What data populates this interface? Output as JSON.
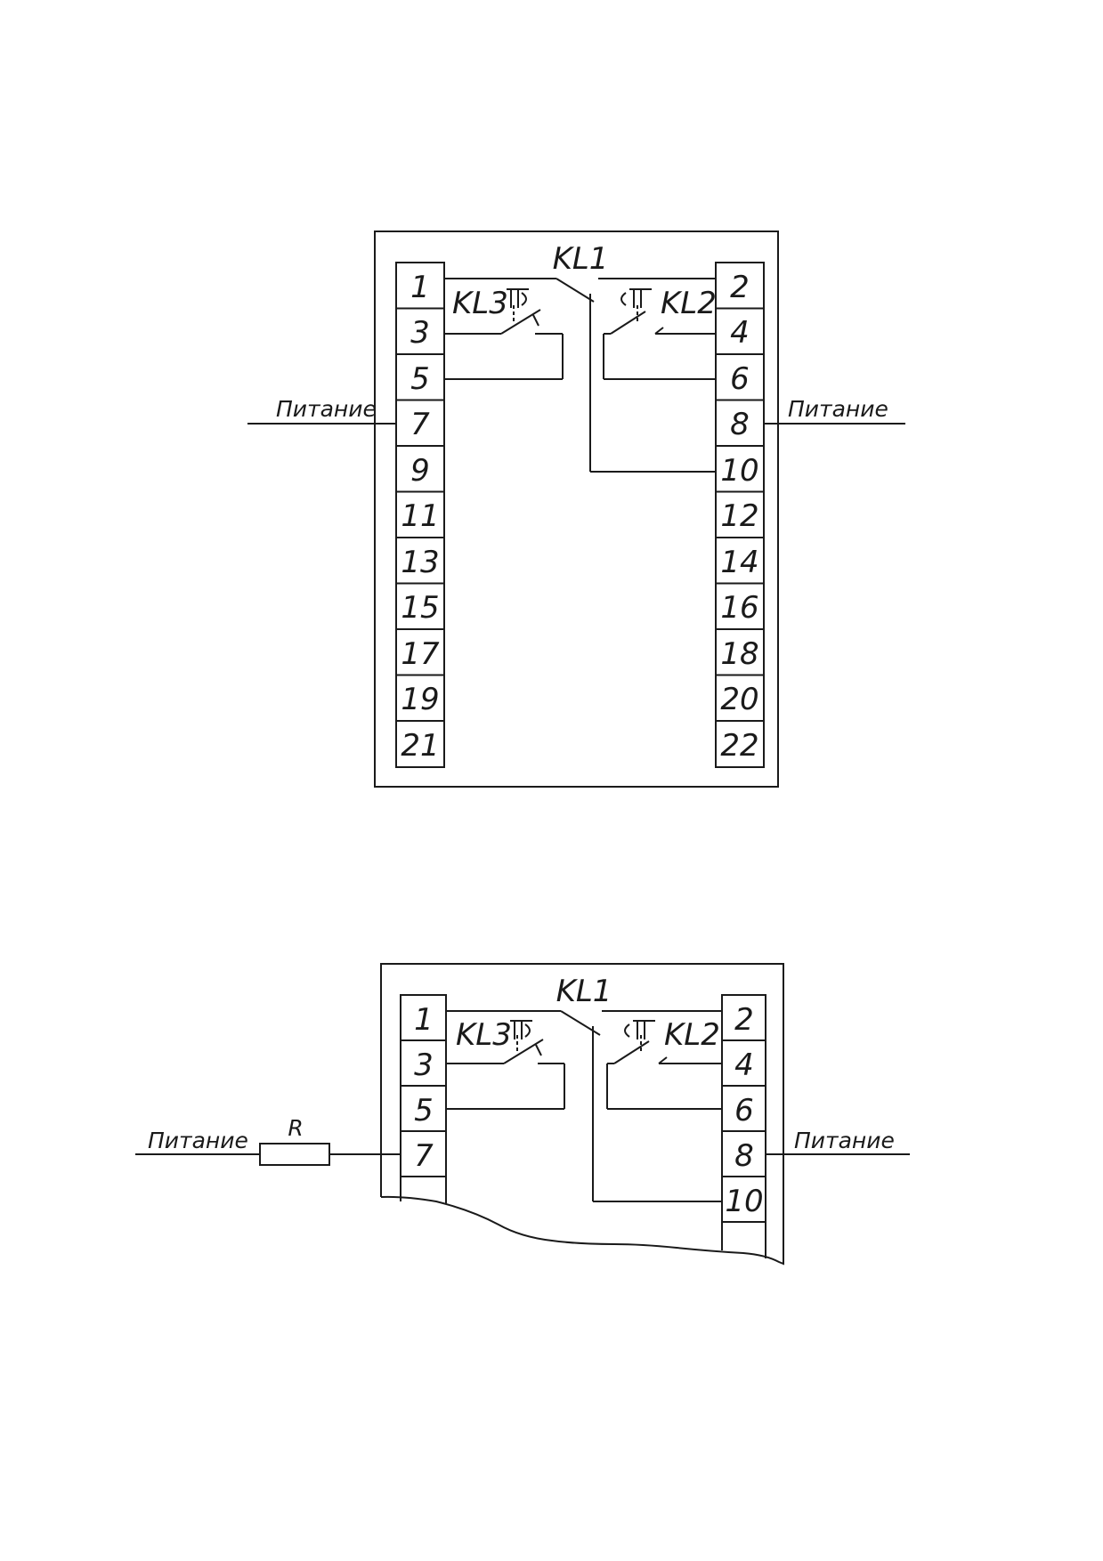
{
  "diagram_full": {
    "left_terminals": [
      "1",
      "3",
      "5",
      "7",
      "9",
      "11",
      "13",
      "15",
      "17",
      "19",
      "21"
    ],
    "right_terminals": [
      "2",
      "4",
      "6",
      "8",
      "10",
      "12",
      "14",
      "16",
      "18",
      "20",
      "22"
    ],
    "relay_labels": {
      "kl1": "KL1",
      "kl2": "KL2",
      "kl3": "KL3"
    },
    "power_left": "Питание",
    "power_right": "Питание"
  },
  "diagram_partial": {
    "left_terminals": [
      "1",
      "3",
      "5",
      "7"
    ],
    "right_terminals": [
      "2",
      "4",
      "6",
      "8",
      "10"
    ],
    "relay_labels": {
      "kl1": "KL1",
      "kl2": "KL2",
      "kl3": "KL3"
    },
    "power_left": "Питание",
    "power_right": "Питание",
    "resistor_label": "R"
  }
}
